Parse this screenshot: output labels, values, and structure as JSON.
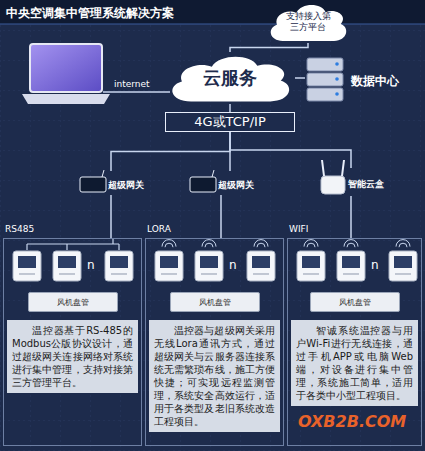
{
  "diagram": {
    "title": "中央空调集中管理系统解决方案",
    "nodes": [
      {
        "text": [
          "云服务"
        ]
      },
      {
        "text": [
          "支持接入第三方平台"
        ]
      },
      {
        "text": [
          "数据中心"
        ]
      },
      {
        "text": [
          "4G或TCP/IP"
        ]
      },
      {
        "text": [
          "超级网关"
        ]
      },
      {
        "text": [
          "超级网关"
        ]
      },
      {
        "text": [
          "智能云盒"
        ]
      },
      {
        "text": [
          "RS485"
        ]
      },
      {
        "text": [
          "风机盘管"
        ],
        "in": 7
      },
      {
        "text": [
          "温控器基于RS-485的Modbus公版协议设计，通过超级网关连接网络对系统进行集中管理，支持对接第三方管理平台。"
        ],
        "in": 7
      },
      {
        "text": [
          "LORA"
        ]
      },
      {
        "text": [
          "风机盘管"
        ],
        "in": 10
      },
      {
        "text": [
          "温控器与超级网关采用无线Lora通讯方式，通过超级网关与云服务器连接系统无需繁琐布线，施工方便快捷；可实现远程监测管理，系统安全高效运行，适用于各类型及老旧系统改造工程项目。"
        ],
        "in": 10
      },
      {
        "text": [
          "WIFI"
        ]
      },
      {
        "text": [
          "风机盘管"
        ],
        "in": 13
      },
      {
        "text": [
          "智诚系统温控器与用户Wi-Fi进行无线连接，通过手机APP或电脑Web端，对设备进行集中管理，系统施工简单，适用于各类中小型工程项目。"
        ],
        "in": 13
      }
    ],
    "edges": [
      {
        "from": 0,
        "to": 1,
        "arrow": "none"
      },
      {
        "from": 0,
        "to": 2,
        "arrow": "none"
      },
      {
        "from": 0,
        "to": 3,
        "arrow": "none"
      },
      {
        "from": 3,
        "to": 4,
        "arrow": "none"
      },
      {
        "from": 3,
        "to": 5,
        "arrow": "none"
      },
      {
        "from": 3,
        "to": 6,
        "arrow": "none"
      },
      {
        "from": 4,
        "to": 7,
        "arrow": "none"
      },
      {
        "from": 5,
        "to": 10,
        "arrow": "none"
      },
      {
        "from": 6,
        "to": 13,
        "arrow": "none"
      }
    ],
    "labels": [
      "internet",
      "n",
      "n",
      "n",
      "OXB2B.COM"
    ]
  }
}
